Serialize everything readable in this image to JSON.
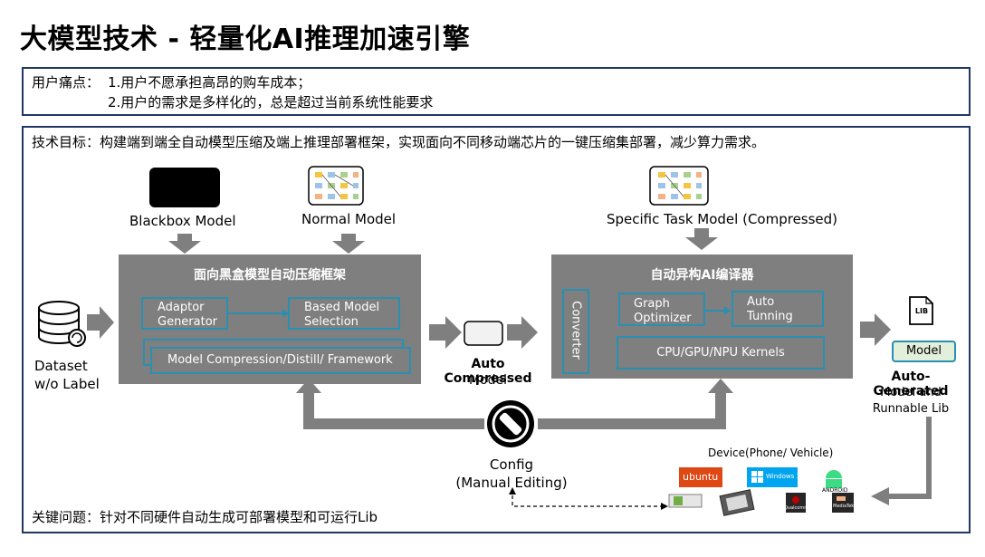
{
  "title": "大模型技术 - 轻量化AI推理加速引擎",
  "pain": {
    "label": "用户痛点：",
    "line1": "1.用户不愿承担高昂的购车成本；",
    "line2": "2.用户的需求是多样化的，总是超过当前系统性能要求"
  },
  "goal": "技术目标：构建端到端全自动模型压缩及端上推理部署框架，实现面向不同移动端芯片的一键压缩集部署，减少算力需求。",
  "inputs": {
    "blackbox": "Blackbox Model",
    "normal": "Normal Model",
    "specific": "Specific Task Model (Compressed)",
    "dataset_line1": "Dataset",
    "dataset_line2": "w/o Label"
  },
  "framework": {
    "title": "面向黑盒模型自动压缩框架",
    "adaptor_line1": "Adaptor",
    "adaptor_line2": "Generator",
    "based_line1": "Based Model",
    "based_line2": "Selection",
    "compression": "Model Compression/Distill/ Framework"
  },
  "compressed": {
    "line1": "Auto Compressed",
    "line2": "Model"
  },
  "compiler": {
    "title": "自动异构AI编译器",
    "converter": "Converter",
    "graph_line1": "Graph",
    "graph_line2": "Optimizer",
    "tuning_line1": "Auto",
    "tuning_line2": "Tunning",
    "kernels": "CPU/GPU/NPU Kernels"
  },
  "output": {
    "lib_icon": "LIB",
    "model_tag": "Model",
    "line1": "Auto-Generated",
    "line2": "Model and",
    "line3": "Runnable Lib"
  },
  "config": {
    "line1": "Config",
    "line2": "(Manual Editing)"
  },
  "devices": {
    "label": "Device(Phone/ Vehicle)",
    "ubuntu": "ubuntu",
    "windows": "Windows 10",
    "android": "ANDROID",
    "qualcomm": "Qualcomm",
    "mediatek": "MediaTek"
  },
  "key_issue": "关键问题：针对不同硬件自动生成可部署模型和可运行Lib",
  "colors": {
    "border": "#1f3864",
    "gray_panel": "#7f7f7f",
    "arrow": "#7f7f7f",
    "teal": "#2a8fb0",
    "model_tag_bg": "#e2efda"
  }
}
